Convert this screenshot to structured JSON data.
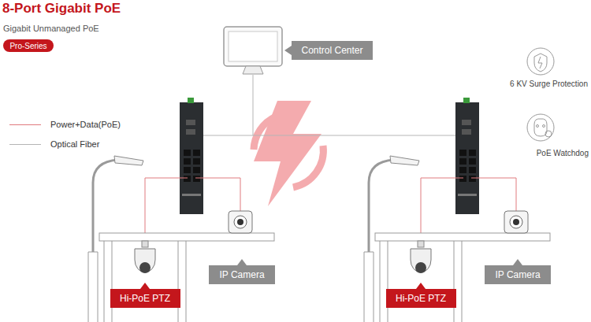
{
  "diagram": {
    "title": "8-Port Gigabit PoE",
    "nodes": [
      {
        "text": [
          "Pro-Series"
        ]
      },
      {
        "text": [
          "Control Center"
        ]
      },
      {
        "text": [
          "Hi-PoE PTZ"
        ]
      },
      {
        "text": [
          "IP Camera"
        ]
      },
      {
        "text": [
          "Hi-PoE PTZ"
        ]
      },
      {
        "text": [
          "IP Camera"
        ]
      }
    ],
    "labels": [
      "Gigabit Unmanaged PoE",
      "6 KV Surge Protection",
      "PoE Watchdog"
    ],
    "legend": [
      {
        "text": "Power+Data(PoE)"
      },
      {
        "text": "Optical Fiber"
      }
    ]
  }
}
